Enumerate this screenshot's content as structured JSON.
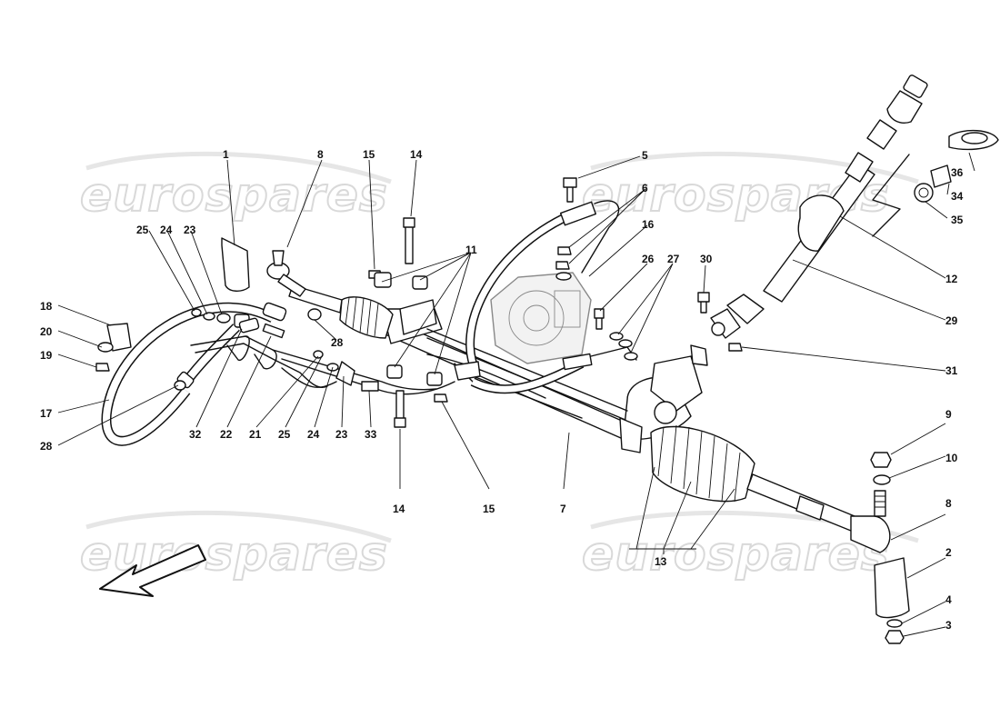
{
  "watermark": {
    "text": "eurospares"
  },
  "callouts": [
    {
      "label": "1"
    },
    {
      "label": "8"
    },
    {
      "label": "15"
    },
    {
      "label": "14"
    },
    {
      "label": "5"
    },
    {
      "label": "6"
    },
    {
      "label": "16"
    },
    {
      "label": "25"
    },
    {
      "label": "24"
    },
    {
      "label": "23"
    },
    {
      "label": "11"
    },
    {
      "label": "26"
    },
    {
      "label": "27"
    },
    {
      "label": "30"
    },
    {
      "label": "36"
    },
    {
      "label": "34"
    },
    {
      "label": "35"
    },
    {
      "label": "12"
    },
    {
      "label": "29"
    },
    {
      "label": "18"
    },
    {
      "label": "20"
    },
    {
      "label": "19"
    },
    {
      "label": "28"
    },
    {
      "label": "31"
    },
    {
      "label": "17"
    },
    {
      "label": "28"
    },
    {
      "label": "32"
    },
    {
      "label": "22"
    },
    {
      "label": "21"
    },
    {
      "label": "25"
    },
    {
      "label": "24"
    },
    {
      "label": "23"
    },
    {
      "label": "33"
    },
    {
      "label": "14"
    },
    {
      "label": "15"
    },
    {
      "label": "7"
    },
    {
      "label": "9"
    },
    {
      "label": "10"
    },
    {
      "label": "8"
    },
    {
      "label": "13"
    },
    {
      "label": "2"
    },
    {
      "label": "4"
    },
    {
      "label": "3"
    }
  ]
}
